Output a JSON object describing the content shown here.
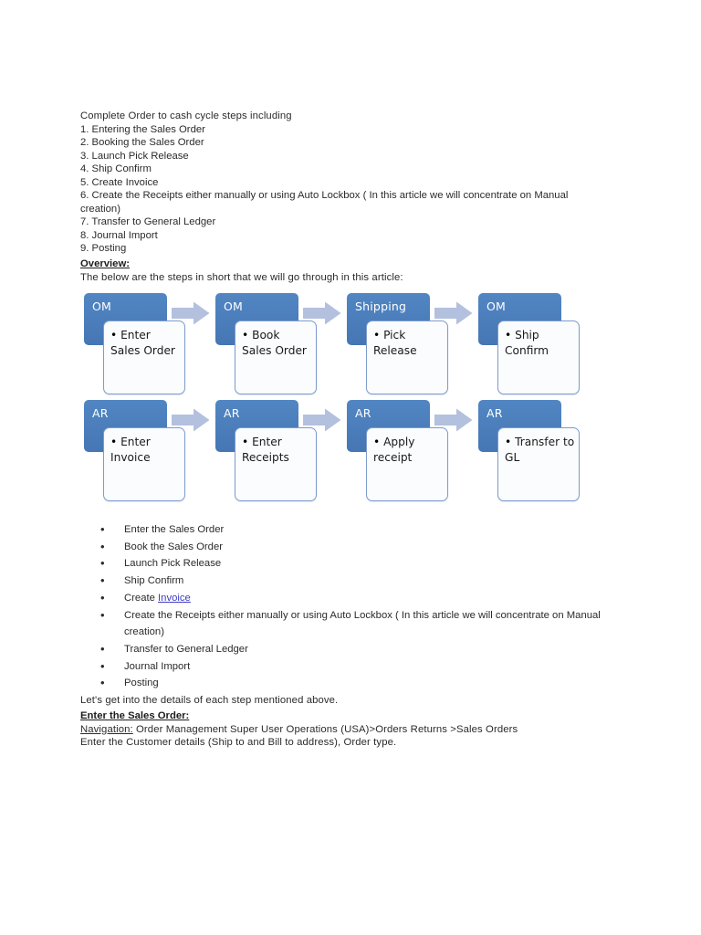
{
  "document": {
    "intro_heading": "Complete Order to cash cycle steps including",
    "numbered_steps": [
      "1. Entering the Sales Order",
      "2. Booking the Sales Order",
      "3. Launch Pick Release",
      "4. Ship Confirm",
      "5. Create Invoice",
      "6. Create the Receipts either manually or using Auto Lockbox ( In this article we will concentrate on Manual creation)",
      "7. Transfer to General Ledger",
      "8. Journal Import",
      "9. Posting"
    ],
    "overview_heading": "Overview:",
    "overview_intro": "The below are the steps in short that we will go through in this article:",
    "bullet_steps": [
      {
        "text": "Enter the Sales Order"
      },
      {
        "text": "Book the Sales Order"
      },
      {
        "text": "Launch Pick Release"
      },
      {
        "text": "Ship Confirm"
      },
      {
        "text": "Create ",
        "link": "Invoice"
      },
      {
        "text": "Create the Receipts either manually or using Auto Lockbox ( In this article we will concentrate on Manual creation)"
      },
      {
        "text": "Transfer to General Ledger"
      },
      {
        "text": "Journal Import"
      },
      {
        "text": "Posting"
      }
    ],
    "closing_line": "Let's get into the details of each step mentioned above.",
    "section_heading": "Enter the Sales Order:",
    "navigation_label": "Navigation:",
    "navigation_path": " Order Management Super User Operations (USA)>Orders Returns >Sales Orders",
    "final_line": "Enter the Customer details (Ship to and Bill to address), Order type."
  },
  "diagram": {
    "header_color": "#4a7ebb",
    "card_border_color": "#7e9ccc",
    "arrow_color": "#b3c0de",
    "rows": [
      {
        "row_name": "order-management-flow",
        "cells": [
          {
            "header": "OM",
            "card": "Enter Sales Order",
            "arrow_after": true
          },
          {
            "header": "OM",
            "card": "Book Sales Order",
            "arrow_after": true
          },
          {
            "header": "Shipping",
            "card": "Pick Release",
            "arrow_after": true
          },
          {
            "header": "OM",
            "card": "Ship Confirm",
            "arrow_after": false
          }
        ]
      },
      {
        "row_name": "accounts-receivable-flow",
        "cells": [
          {
            "header": "AR",
            "card": "Enter Invoice",
            "arrow_after": true
          },
          {
            "header": "AR",
            "card": "Enter Receipts",
            "arrow_after": true
          },
          {
            "header": "AR",
            "card": "Apply receipt",
            "arrow_after": true
          },
          {
            "header": "AR",
            "card": "Transfer to GL",
            "arrow_after": false
          }
        ]
      }
    ]
  }
}
